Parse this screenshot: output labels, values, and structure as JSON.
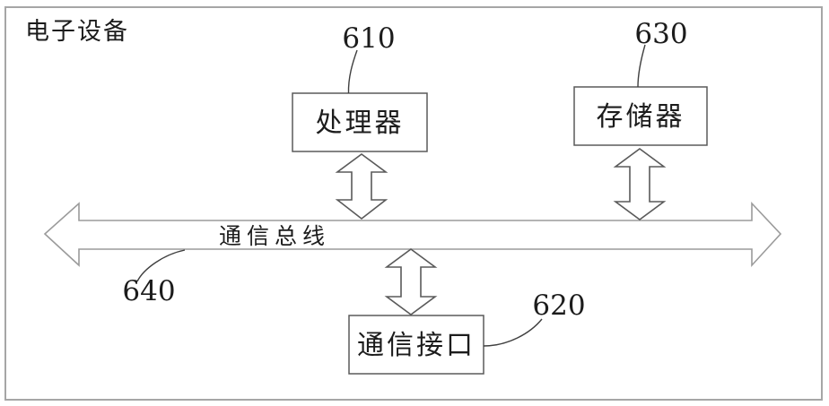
{
  "figure": {
    "device_label": "电子设备",
    "bus": {
      "label": "通信总线",
      "ref": "640"
    },
    "components": [
      {
        "name": "processor",
        "label": "处理器",
        "ref": "610"
      },
      {
        "name": "communication-interface",
        "label": "通信接口",
        "ref": "620"
      },
      {
        "name": "memory",
        "label": "存储器",
        "ref": "630"
      }
    ],
    "colors": {
      "line": "#5a5a5a",
      "bus_line": "#9b9b9b",
      "frame": "#a6a6a6",
      "text": "#1c1c1c",
      "background": "#ffffff"
    }
  }
}
